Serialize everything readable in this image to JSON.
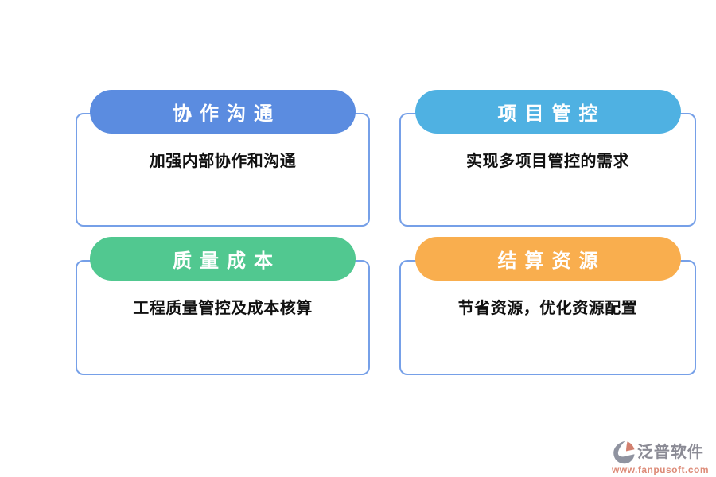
{
  "page": {
    "background": "#ffffff",
    "card_border_color": "#76a0e8",
    "description_text_color": "#111111"
  },
  "cards": [
    {
      "id": "collaboration",
      "title": "协作沟通",
      "description": "加强内部协作和沟通",
      "pill_color": "#5b8ce0"
    },
    {
      "id": "project-control",
      "title": "项目管控",
      "description": "实现多项目管控的需求",
      "pill_color": "#4fb1e2"
    },
    {
      "id": "quality-cost",
      "title": "质量成本",
      "description": "工程质量管控及成本核算",
      "pill_color": "#51c890"
    },
    {
      "id": "settlement-resource",
      "title": "结算资源",
      "description": "节省资源，优化资源配置",
      "pill_color": "#f9ae4e"
    }
  ],
  "watermark": {
    "brand": "泛普软件",
    "url": "www.fanpusoft.com",
    "brand_color": "#8b8b95",
    "url_color": "#dd8b78",
    "logo_gray": "#8f93a0",
    "logo_accent": "#d2806f"
  }
}
